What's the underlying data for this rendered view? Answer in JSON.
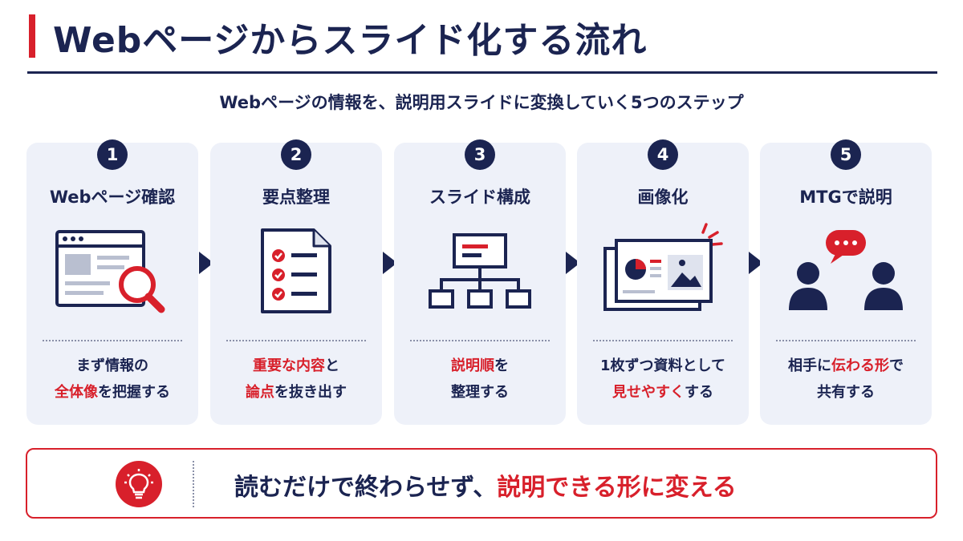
{
  "title": "Webページからスライド化する流れ",
  "subtitle": "Webページの情報を、説明用スライドに変換していく5つのステップ",
  "steps": [
    {
      "num": "1",
      "title": "Webページ確認",
      "icon": "browser-search-icon",
      "desc": [
        [
          {
            "text": "まず情報の",
            "hl": false
          }
        ],
        [
          {
            "text": "全体像",
            "hl": true
          },
          {
            "text": "を把握する",
            "hl": false
          }
        ]
      ]
    },
    {
      "num": "2",
      "title": "要点整理",
      "icon": "checklist-icon",
      "desc": [
        [
          {
            "text": "重要な内容",
            "hl": true
          },
          {
            "text": "と",
            "hl": false
          }
        ],
        [
          {
            "text": "論点",
            "hl": true
          },
          {
            "text": "を抜き出す",
            "hl": false
          }
        ]
      ]
    },
    {
      "num": "3",
      "title": "スライド構成",
      "icon": "hierarchy-icon",
      "desc": [
        [
          {
            "text": "説明順",
            "hl": true
          },
          {
            "text": "を",
            "hl": false
          }
        ],
        [
          {
            "text": "整理する",
            "hl": false
          }
        ]
      ]
    },
    {
      "num": "4",
      "title": "画像化",
      "icon": "slides-icon",
      "desc": [
        [
          {
            "text": "1枚ずつ資料として",
            "hl": false
          }
        ],
        [
          {
            "text": "見せやすく",
            "hl": true
          },
          {
            "text": "する",
            "hl": false
          }
        ]
      ]
    },
    {
      "num": "5",
      "title": "MTGで説明",
      "icon": "people-chat-icon",
      "desc": [
        [
          {
            "text": "相手に",
            "hl": false
          },
          {
            "text": "伝わる形",
            "hl": true
          },
          {
            "text": "で",
            "hl": false
          }
        ],
        [
          {
            "text": "共有する",
            "hl": false
          }
        ]
      ]
    }
  ],
  "banner": {
    "icon": "lightbulb-icon",
    "text_plain": "読むだけで終わらせず、",
    "text_highlight": "説明できる形に変える"
  },
  "colors": {
    "navy": "#1b2451",
    "accent_red": "#d8202b",
    "card_bg": "#eef1f9"
  }
}
